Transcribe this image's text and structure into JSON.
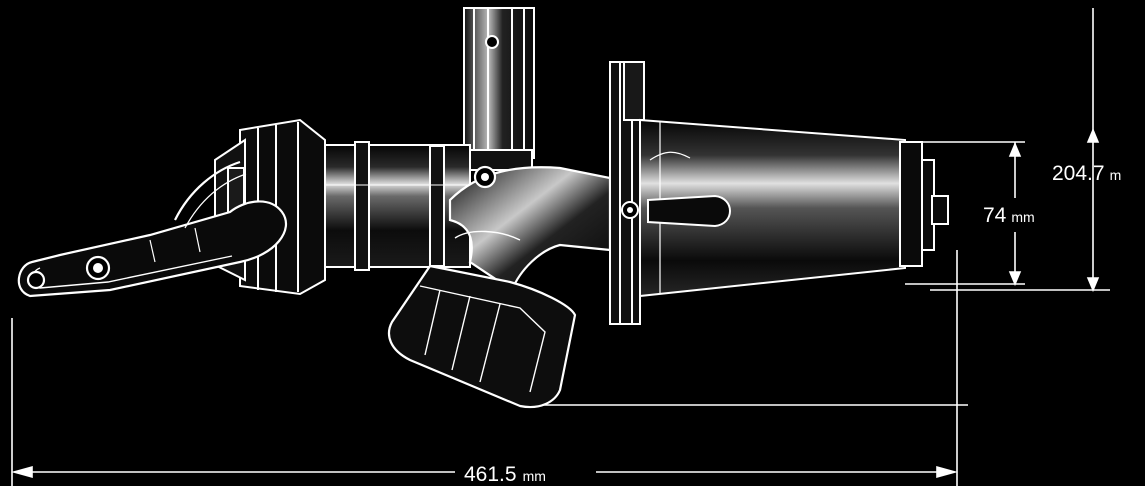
{
  "drawing": {
    "colors": {
      "background": "#000000",
      "line": "#ffffff",
      "body_fill": "#0c0c0c",
      "body_highlight": "#d8d8d8"
    },
    "dimensions": {
      "height_outer": {
        "value": "204.7",
        "unit": "m"
      },
      "height_inner": {
        "value": "74",
        "unit": "mm"
      },
      "length": {
        "value": "461.5",
        "unit": "mm"
      }
    }
  }
}
